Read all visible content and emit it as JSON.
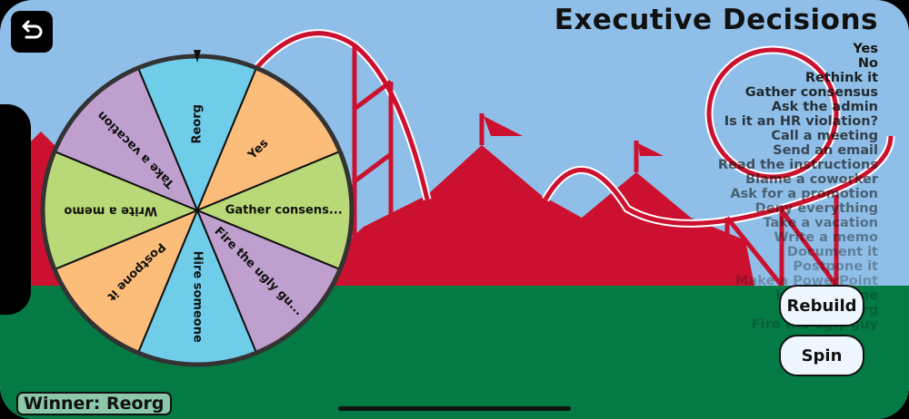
{
  "title": "Executive Decisions",
  "options": [
    "Yes",
    "No",
    "Rethink it",
    "Gather consensus",
    "Ask the admin",
    "Is it an HR violation?",
    "Call a meeting",
    "Send an email",
    "Read the instructions",
    "Blame a coworker",
    "Ask for a promotion",
    "Deny everything",
    "Take a vacation",
    "Write a memo",
    "Document it",
    "Postpone it",
    "Make a PowerPoint",
    "Hire someone",
    "Reorg",
    "Fire the ugly guy"
  ],
  "wheel": {
    "slices": [
      {
        "label": "Reorg",
        "color": "#6fcdea"
      },
      {
        "label": "Yes",
        "color": "#fdbd7a"
      },
      {
        "label": "Gather consens...",
        "color": "#b9d877"
      },
      {
        "label": "Fire the ugly gu...",
        "color": "#bf9fcd"
      },
      {
        "label": "Hire someone",
        "color": "#6fcdea"
      },
      {
        "label": "Postpone it",
        "color": "#fdbd7a"
      },
      {
        "label": "Write a memo",
        "color": "#b9d877"
      },
      {
        "label": "Take a vacation",
        "color": "#bf9fcd"
      }
    ]
  },
  "buttons": {
    "rebuild": "Rebuild",
    "spin": "Spin"
  },
  "winner": "Winner: Reorg",
  "colors": {
    "sky": "#8fbfe8",
    "ground": "#047a45",
    "tent": "#cc1130"
  }
}
